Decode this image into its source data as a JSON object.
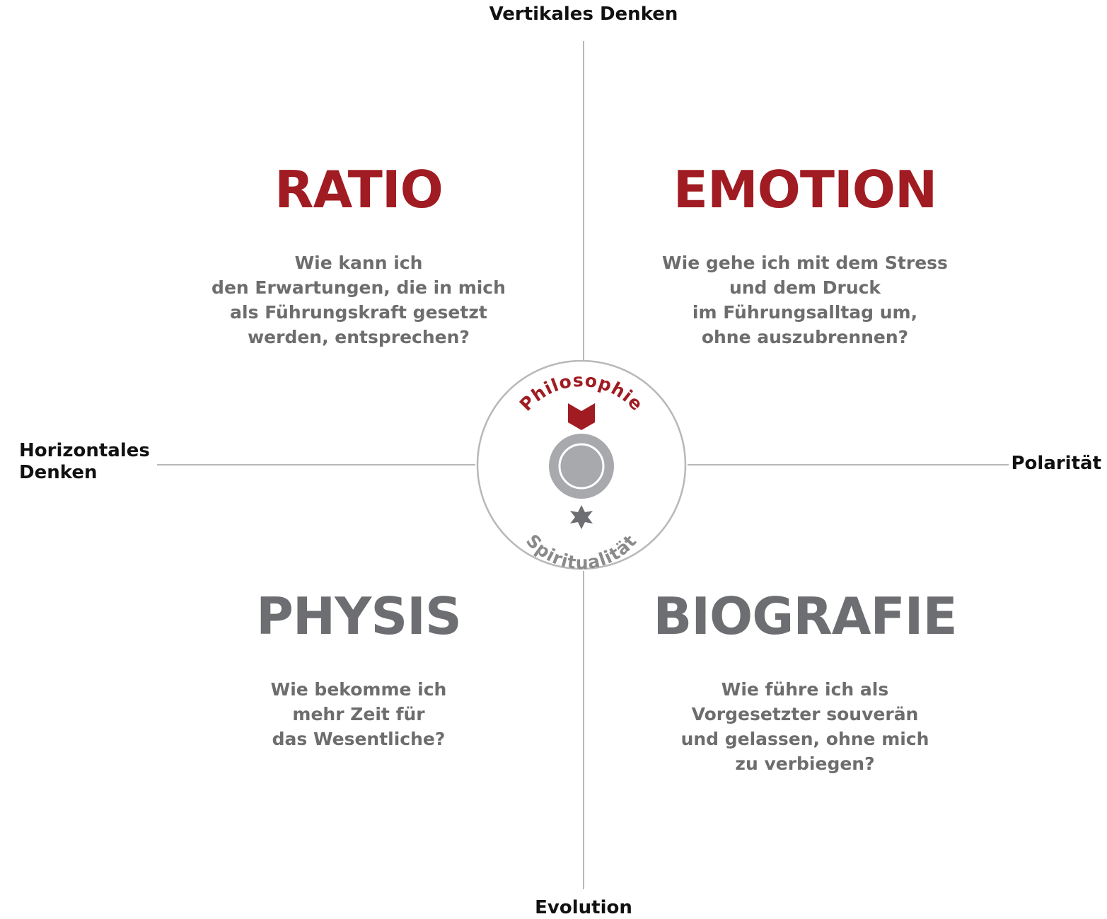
{
  "axes": {
    "top": "Vertikales Denken",
    "bottom": "Evolution",
    "left": "Horizontales\nDenken",
    "right": "Polarität"
  },
  "quadrants": {
    "top_left": {
      "title": "RATIO",
      "question": "Wie kann ich\nden Erwartungen, die in mich\nals Führungskraft gesetzt\nwerden, entsprechen?"
    },
    "top_right": {
      "title": "EMOTION",
      "question": "Wie gehe ich mit dem Stress\nund dem Druck\nim Führungsalltag um,\nohne auszubrennen?"
    },
    "bottom_left": {
      "title": "PHYSIS",
      "question": "Wie bekomme ich\nmehr Zeit für\ndas Wesentliche?"
    },
    "bottom_right": {
      "title": "BIOGRAFIE",
      "question": "Wie führe ich als\nVorgesetzter souverän\nund gelassen, ohne mich\nzu verbiegen?"
    }
  },
  "center": {
    "top_word": "Philosophie",
    "bottom_word": "Spiritualität",
    "book_icon": "book-icon",
    "star_icon": "star-icon",
    "core_icon": "circle-core-icon"
  },
  "colors": {
    "accent_red": "#a01c22",
    "text_gray": "#6d6e71",
    "line_gray": "#b8b8b8"
  }
}
